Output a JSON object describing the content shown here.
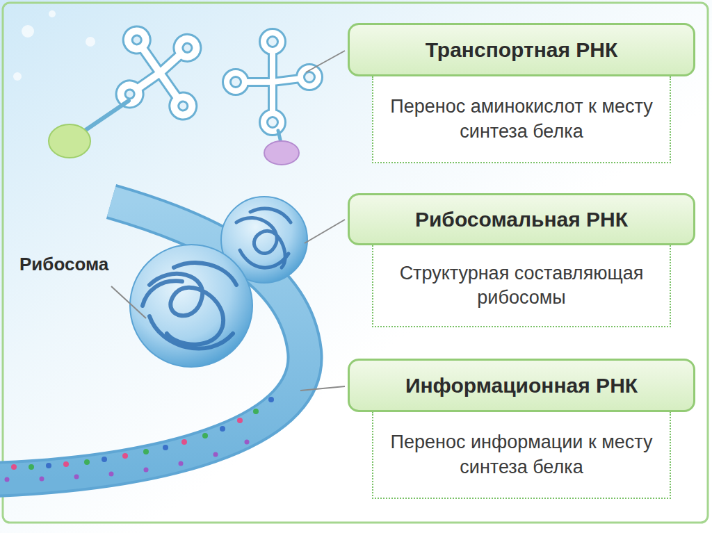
{
  "diagram": {
    "nodes": [
      {
        "text": [
          "Транспортная РНК",
          "Перенос аминокислот к месту синтеза белка"
        ]
      },
      {
        "text": [
          "Рибосомальная РНК",
          "Структурная составляющая рибосомы"
        ]
      },
      {
        "text": [
          "Информационная РНК",
          "Перенос информации к месту синтеза белка"
        ]
      }
    ],
    "labels": [
      "Рибосома"
    ]
  }
}
